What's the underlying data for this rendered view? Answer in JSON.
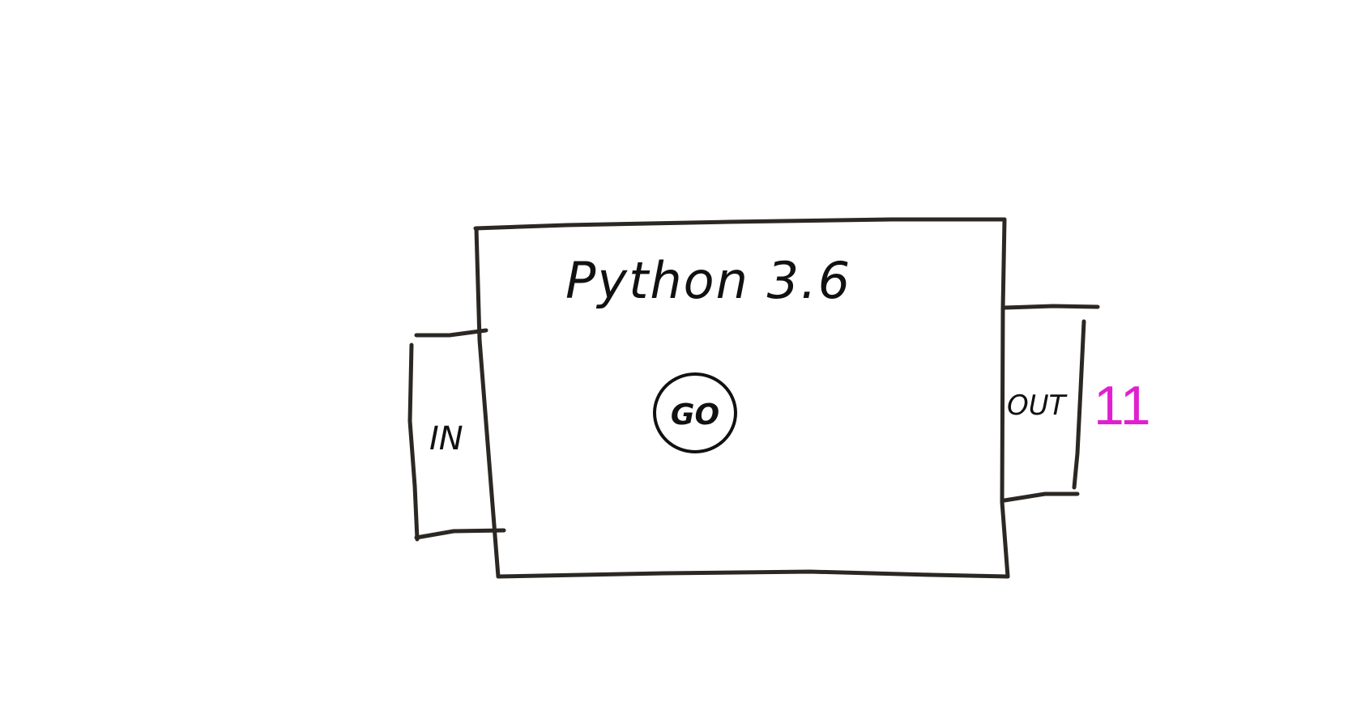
{
  "diagram": {
    "title": "Python 3.6",
    "input_label": "IN",
    "output_label": "OUT",
    "button_label": "GO",
    "output_value": "11",
    "colors": {
      "ink": "#2b2824",
      "output_value": "#e020d0"
    },
    "icons": {
      "button": "circle-outline"
    }
  }
}
